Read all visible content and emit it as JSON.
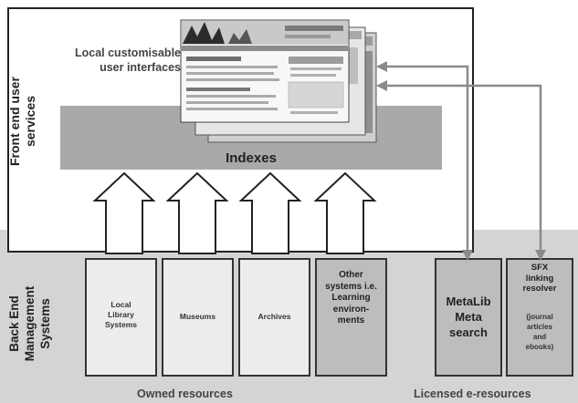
{
  "front_end": {
    "label_line1": "Front end user",
    "label_line2": "services",
    "ui_caption_line1": "Local customisable",
    "ui_caption_line2": "user interfaces",
    "indexes_label": "Indexes"
  },
  "back_end": {
    "label_line1": "Back End",
    "label_line2": "Management",
    "label_line3": "Systems",
    "owned_boxes": [
      {
        "lines": [
          "Local",
          "Library",
          "Systems"
        ]
      },
      {
        "lines": [
          "Museums"
        ]
      },
      {
        "lines": [
          "Archives"
        ]
      },
      {
        "lines": [
          "Other",
          "systems i.e.",
          "Learning",
          "environ-",
          "ments"
        ]
      }
    ],
    "metalib": {
      "lines": [
        "MetaLib",
        "Meta",
        "search"
      ]
    },
    "sfx": {
      "title_lines": [
        "SFX",
        "linking",
        "resolver"
      ],
      "note_lines": [
        "(journal",
        "articles",
        "and",
        "ebooks)"
      ]
    },
    "owned_label": "Owned resources",
    "licensed_label": "Licensed e-resources"
  },
  "colors": {
    "back_end_bg": "#d4d4d4",
    "index_bar": "#a9a9a9",
    "box_light": "#ececec",
    "box_mid": "#bdbdbd",
    "arrow_gray": "#8a8a8a"
  }
}
